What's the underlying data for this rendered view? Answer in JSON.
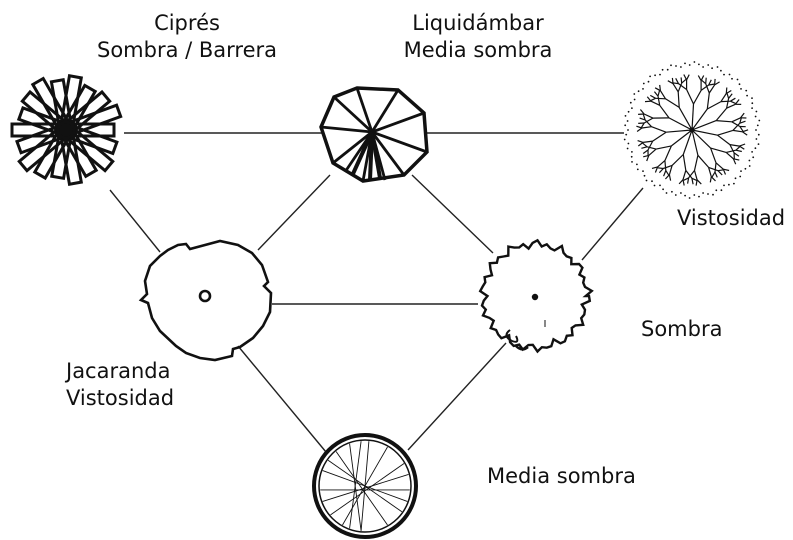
{
  "labels": {
    "cypress_name": "Ciprés",
    "cypress_use": "Sombra / Barrera",
    "sweetgum_name": "Liquidámbar",
    "sweetgum_use": "Media sombra",
    "top_right_use": "Vistosidad",
    "jacaranda_name": "Jacaranda",
    "jacaranda_use": "Vistosidad",
    "middle_right_use": "Sombra",
    "bottom_use": "Media sombra"
  },
  "colors": {
    "ink": "#111111",
    "line": "#222222"
  }
}
